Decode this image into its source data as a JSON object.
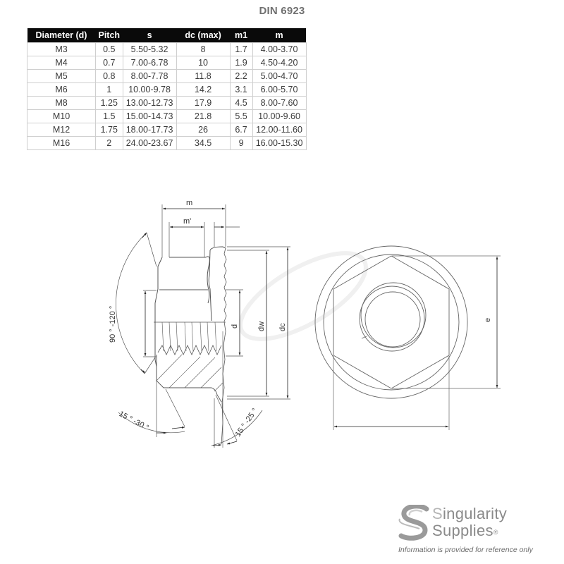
{
  "title": "DIN 6923",
  "table": {
    "headers": [
      "Diameter (d)",
      "Pitch",
      "s",
      "dc (max)",
      "m1",
      "m"
    ],
    "rows": [
      [
        "M3",
        "0.5",
        "5.50-5.32",
        "8",
        "1.7",
        "4.00-3.70"
      ],
      [
        "M4",
        "0.7",
        "7.00-6.78",
        "10",
        "1.9",
        "4.50-4.20"
      ],
      [
        "M5",
        "0.8",
        "8.00-7.78",
        "11.8",
        "2.2",
        "5.00-4.70"
      ],
      [
        "M6",
        "1",
        "10.00-9.78",
        "14.2",
        "3.1",
        "6.00-5.70"
      ],
      [
        "M8",
        "1.25",
        "13.00-12.73",
        "17.9",
        "4.5",
        "8.00-7.60"
      ],
      [
        "M10",
        "1.5",
        "15.00-14.73",
        "21.8",
        "5.5",
        "10.00-9.60"
      ],
      [
        "M12",
        "1.75",
        "18.00-17.73",
        "26",
        "6.7",
        "12.00-11.60"
      ],
      [
        "M16",
        "2",
        "24.00-23.67",
        "34.5",
        "9",
        "16.00-15.30"
      ]
    ]
  },
  "drawing": {
    "side_view_labels": {
      "m": "m",
      "m_prime": "m'",
      "d": "d",
      "dw": "dw",
      "dc": "dc",
      "angle_chamfer": "90 ° -120 °",
      "angle_bottom_left": "15 ° -30 °",
      "angle_bottom_right": "15 ° -25 °"
    },
    "front_view_labels": {
      "e": "e"
    },
    "watermark": "Singularity Supplies"
  },
  "logo": {
    "line1_first": "S",
    "line1_rest": "ingularity",
    "line2": "Supplies",
    "registered": "®",
    "disclaimer": "Information is provided for reference only"
  },
  "colors": {
    "header_bg": "#0a0a0a",
    "header_text": "#ffffff",
    "cell_text": "#3a3a3a",
    "border": "#cfcfcf",
    "title": "#707070",
    "line": "#555555"
  }
}
